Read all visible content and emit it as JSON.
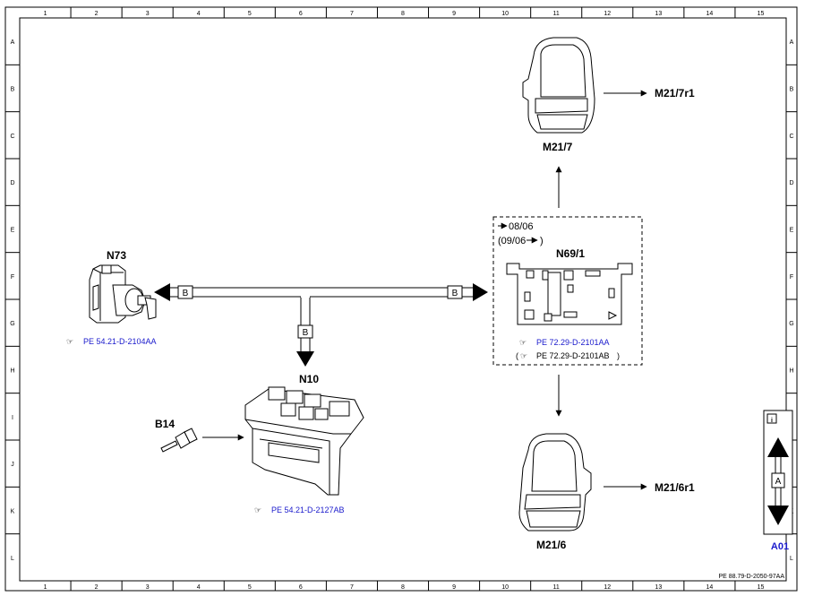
{
  "border": {
    "columns": [
      "1",
      "2",
      "3",
      "4",
      "5",
      "6",
      "7",
      "8",
      "9",
      "10",
      "11",
      "12",
      "13",
      "14",
      "15"
    ],
    "rows": [
      "A",
      "B",
      "C",
      "D",
      "E",
      "F",
      "G",
      "H",
      "I",
      "J",
      "K",
      "L"
    ]
  },
  "components": {
    "n73": "N73",
    "n10": "N10",
    "b14": "B14",
    "n69_1": "N69/1",
    "m21_7": "M21/7",
    "m21_7r1": "M21/7r1",
    "m21_6": "M21/6",
    "m21_6r1": "M21/6r1"
  },
  "connectors": {
    "left": "B",
    "right": "B",
    "down": "B"
  },
  "references": {
    "n73_ref": "PE 54.21-D-2104AA",
    "n10_ref": "PE 54.21-D-2127AB",
    "n69_ref_1": "PE 72.29-D-2101AA",
    "n69_ref_2": "PE 72.29-D-2101AB"
  },
  "validity": {
    "until": "08/06",
    "from": "(09/06"
  },
  "legend": {
    "info_icon": "info-icon",
    "box_letter": "A",
    "code": "A01"
  },
  "footer": {
    "drawing_id": "PE 88.79-D-2050-97AA"
  },
  "colors": {
    "line": "#000000",
    "reference_blue": "#1a1acc"
  }
}
